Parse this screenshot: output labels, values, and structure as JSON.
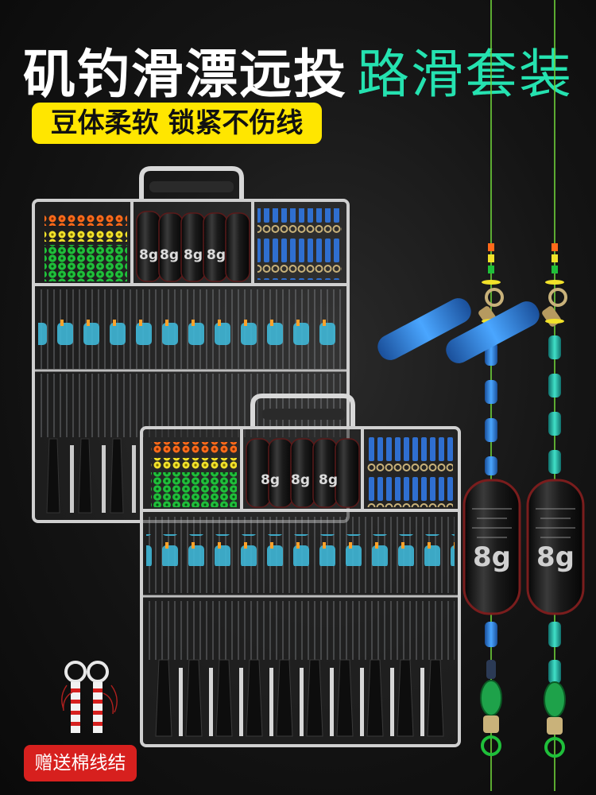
{
  "headline": {
    "main": "矶钓滑漂远投",
    "sub": "路滑套装"
  },
  "tagline": "豆体柔软 锁紧不伤线",
  "weight_label": "8g",
  "gift_label": "赠送棉线结",
  "colors": {
    "headline_main": "#ffffff",
    "headline_sub": "#25e2b0",
    "tagline_bg": "#ffe600",
    "gift_bg": "#d7201e",
    "bead_orange": "#ff6a1a",
    "bead_yellow": "#f2e22a",
    "bead_green": "#1fbf3a",
    "stopper_blue": "#2f7fe0",
    "sinker_black": "#111111"
  },
  "icons": [
    "fishing-kit-box-icon",
    "fishing-rig-icon",
    "cotton-knot-icon"
  ]
}
